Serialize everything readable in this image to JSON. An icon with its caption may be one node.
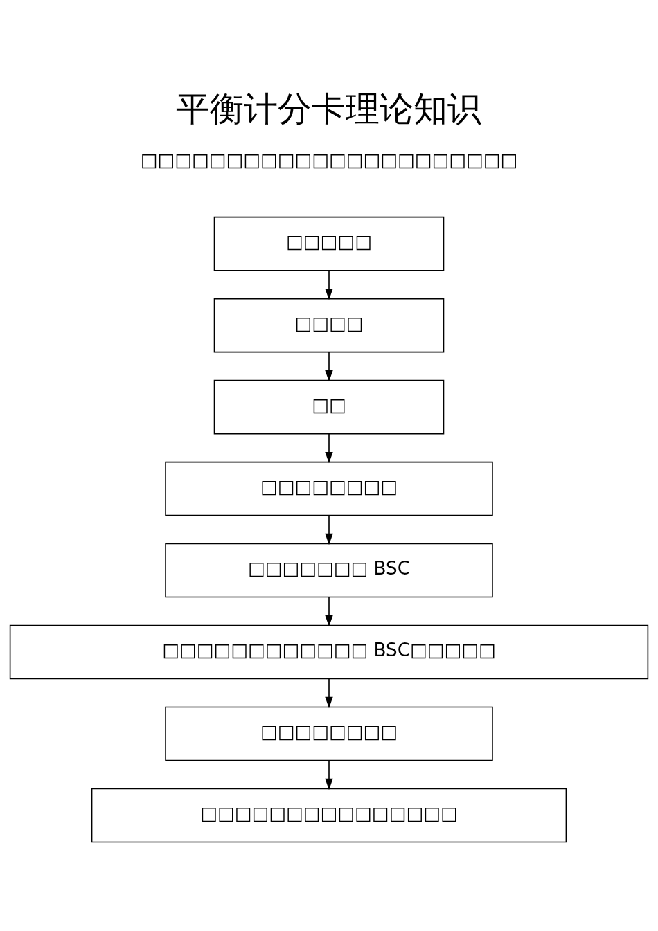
{
  "diagram": {
    "title": "平衡计分卡理论知识",
    "nodes": [
      {
        "text": [
          "□□□□□"
        ]
      },
      {
        "text": [
          "□□□□"
        ]
      },
      {
        "text": [
          "□□"
        ]
      },
      {
        "text": [
          "□□□□□□□□"
        ]
      },
      {
        "text": [
          "□□□□□□□ BSC"
        ]
      },
      {
        "text": [
          "□□□□□□□□□□□□ BSC□□□□□"
        ]
      },
      {
        "text": [
          "□□□□□□□□"
        ]
      },
      {
        "text": [
          "□□□□□□□□□□□□□□□"
        ]
      }
    ],
    "edges": [
      {
        "from": 0,
        "to": 1,
        "arrow": "to"
      },
      {
        "from": 1,
        "to": 2,
        "arrow": "to"
      },
      {
        "from": 2,
        "to": 3,
        "arrow": "to"
      },
      {
        "from": 3,
        "to": 4,
        "arrow": "to"
      },
      {
        "from": 4,
        "to": 5,
        "arrow": "to"
      },
      {
        "from": 5,
        "to": 6,
        "arrow": "to"
      },
      {
        "from": 6,
        "to": 7,
        "arrow": "to"
      }
    ],
    "labels": [
      "□□□□□□□□□□□□□□□□□□□□□□"
    ]
  }
}
